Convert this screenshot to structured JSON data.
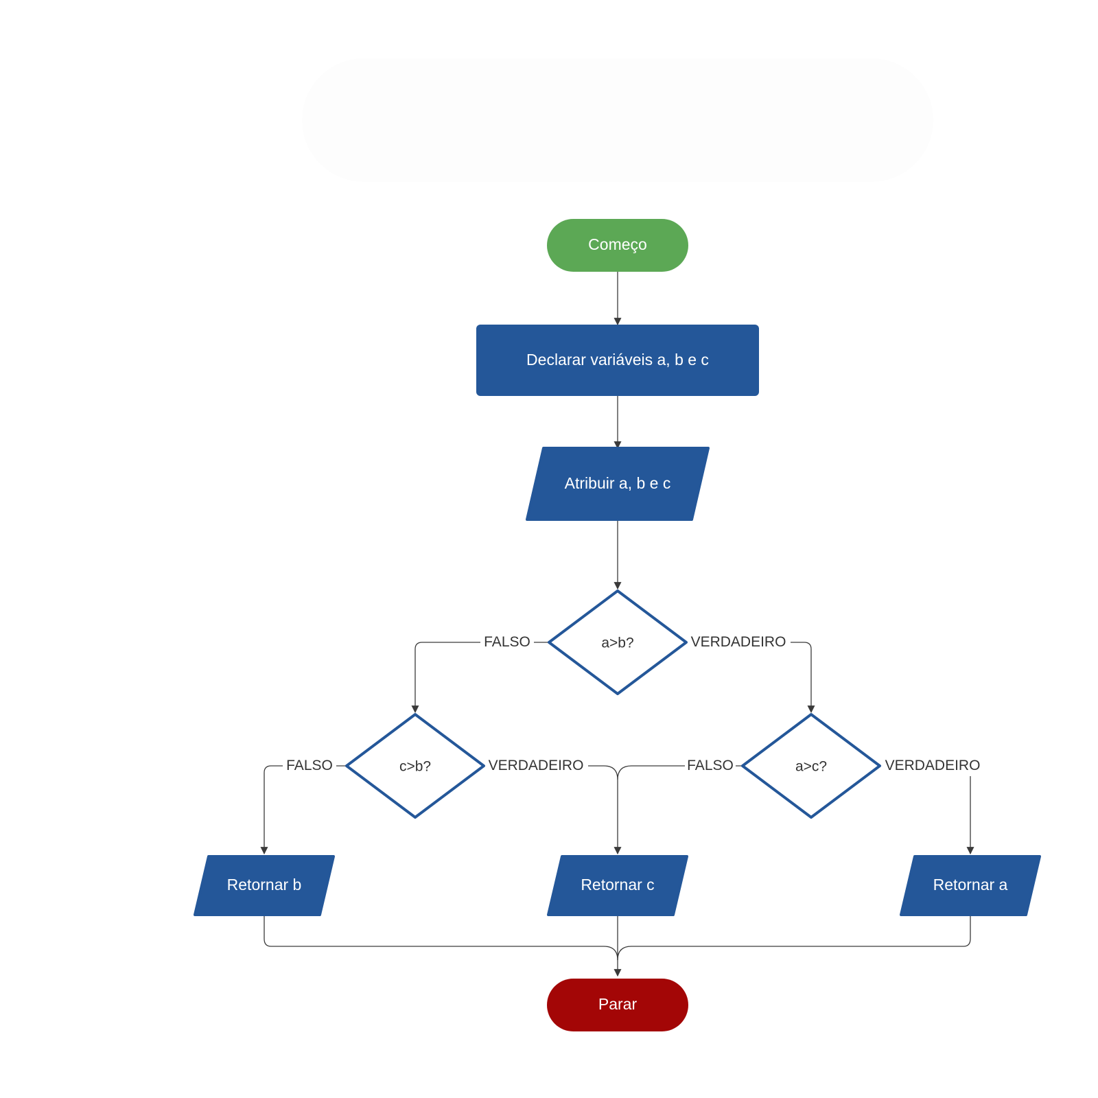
{
  "diagram": {
    "colors": {
      "start": "#5ca855",
      "process": "#245799",
      "decision_border": "#245799",
      "stop": "#a30606",
      "edge": "#3a3a3a"
    },
    "nodes": {
      "start": {
        "label": "Começo"
      },
      "declare": {
        "label": "Declarar variáveis a, b e c"
      },
      "assign": {
        "label": "Atribuir a, b e c"
      },
      "decision_ab": {
        "label": "a>b?"
      },
      "decision_cb": {
        "label": "c>b?"
      },
      "decision_ac": {
        "label": "a>c?"
      },
      "return_b": {
        "label": "Retornar b"
      },
      "return_c": {
        "label": "Retornar c"
      },
      "return_a": {
        "label": "Retornar a"
      },
      "stop": {
        "label": "Parar"
      }
    },
    "edges": {
      "ab_false": "FALSO",
      "ab_true": "VERDADEIRO",
      "cb_false": "FALSO",
      "cb_true": "VERDADEIRO",
      "ac_false": "FALSO",
      "ac_true": "VERDADEIRO"
    }
  }
}
